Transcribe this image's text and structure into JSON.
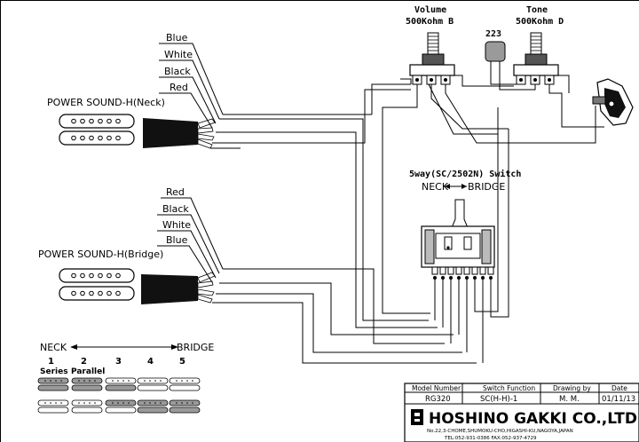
{
  "neck_pickup": {
    "name": "POWER SOUND-H(Neck)",
    "wire_colors": [
      "Blue",
      "White",
      "Black",
      "Red"
    ]
  },
  "bridge_pickup": {
    "name": "POWER SOUND-H(Bridge)",
    "wire_colors": [
      "Red",
      "Black",
      "White",
      "Blue"
    ]
  },
  "volume_pot": {
    "title": "Volume",
    "value": "500Kohm B"
  },
  "tone_pot": {
    "title": "Tone",
    "value": "500Kohm D"
  },
  "capacitor": {
    "value": "223"
  },
  "switch": {
    "title": "5way(SC/2502N) Switch",
    "neck_label": "NECK",
    "bridge_label": "BRIDGE"
  },
  "positions": {
    "neck_label": "NECK",
    "bridge_label": "BRIDGE",
    "numbers": [
      "1",
      "2",
      "3",
      "4",
      "5"
    ],
    "sublabels": [
      "Series",
      "Parallel"
    ]
  },
  "title_block": {
    "headers": [
      "Model Number",
      "Switch Function",
      "Drawing by",
      "Date"
    ],
    "values": [
      "RG320",
      "SC(H-H)-1",
      "M. M.",
      "01/11/13"
    ],
    "company": "HOSHINO GAKKI CO.,LTD.",
    "address": "No.22,3-CHOME,SHUMOKU-CHO,HIGASHI-KU,NAGOYA,JAPAN",
    "contact": "TEL:052-931-0386  FAX:052-937-4729"
  },
  "colors": {
    "ink": "#000000",
    "cable": "#111111",
    "paper": "#ffffff",
    "shade": "#9a9a9a"
  }
}
